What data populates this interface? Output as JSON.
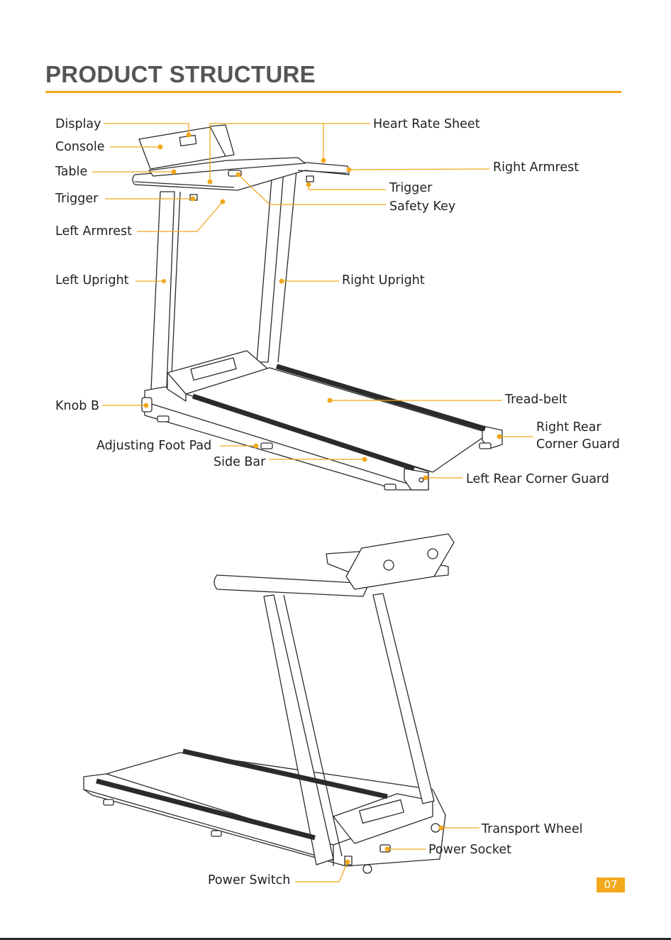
{
  "page": {
    "title": "PRODUCT STRUCTURE",
    "page_number": "07",
    "accent_color": "#f2a81c"
  },
  "front_view": {
    "labels": {
      "display": "Display",
      "console": "Console",
      "table": "Table",
      "trigger_left": "Trigger",
      "left_armrest": "Left Armrest",
      "left_upright": "Left Upright",
      "knob_b": "Knob B",
      "adjusting_foot_pad": "Adjusting Foot Pad",
      "side_bar": "Side Bar",
      "heart_rate_sheet": "Heart Rate Sheet",
      "right_armrest": "Right Armrest",
      "trigger_right": "Trigger",
      "safety_key": "Safety Key",
      "right_upright": "Right Upright",
      "tread_belt": "Tread-belt",
      "right_rear_corner_guard": "Right Rear Corner Guard",
      "left_rear_corner_guard": "Left Rear Corner Guard"
    }
  },
  "rear_view": {
    "labels": {
      "transport_wheel": "Transport Wheel",
      "power_socket": "Power Socket",
      "power_switch": "Power Switch"
    }
  }
}
